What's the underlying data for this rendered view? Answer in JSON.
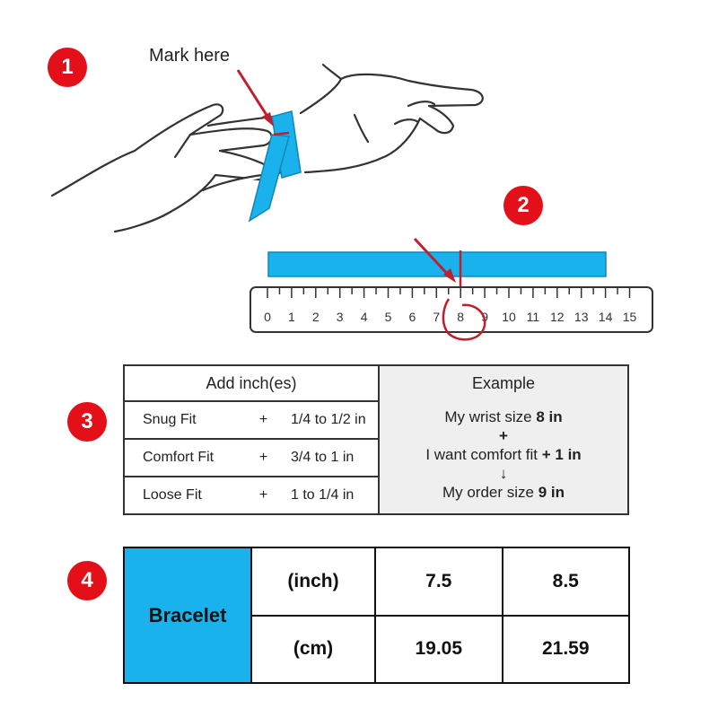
{
  "steps": [
    "1",
    "2",
    "3",
    "4"
  ],
  "illustration": {
    "mark_label": "Mark here",
    "ruler_numbers": [
      "0",
      "1",
      "2",
      "3",
      "4",
      "5",
      "6",
      "7",
      "8",
      "9",
      "10",
      "11",
      "12",
      "13",
      "14",
      "15"
    ],
    "tape_color": "#1ab2ec",
    "arrow_color": "#c0202e"
  },
  "fit_table": {
    "left_header": "Add inch(es)",
    "rows": [
      {
        "name": "Snug Fit",
        "plus": "+",
        "range": "1/4 to 1/2 in"
      },
      {
        "name": "Comfort Fit",
        "plus": "+",
        "range": "3/4 to 1 in"
      },
      {
        "name": "Loose Fit",
        "plus": "+",
        "range": "1 to 1/4 in"
      }
    ],
    "example_header": "Example",
    "example": {
      "line1_text": "My wrist size ",
      "line1_value": "8 in",
      "plus": "+",
      "line2_text": "I want comfort fit ",
      "line2_value": "+ 1 in",
      "arrow": "↓",
      "line3_text": "My order size ",
      "line3_value": "9 in"
    }
  },
  "size_table": {
    "label": "Bracelet",
    "rows": [
      {
        "unit": "(inch)",
        "values": [
          "7.5",
          "8.5"
        ]
      },
      {
        "unit": "(cm)",
        "values": [
          "19.05",
          "21.59"
        ]
      }
    ],
    "label_color": "#1ab2ec"
  }
}
